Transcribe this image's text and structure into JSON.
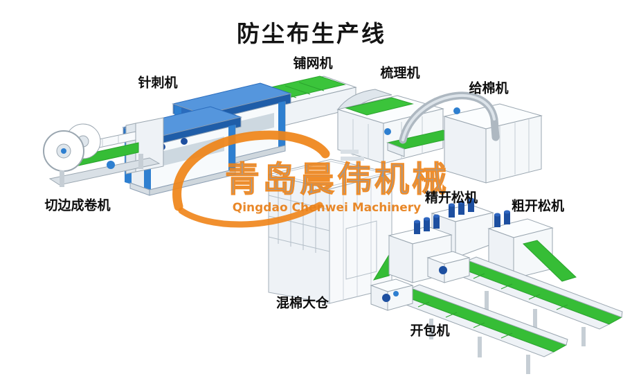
{
  "title": "防尘布生产线",
  "watermark": {
    "cn": "青岛晨伟机械",
    "en": "Qingdao Chenwei Machinery"
  },
  "labels": [
    {
      "text": "针刺机"
    },
    {
      "text": "铺网机"
    },
    {
      "text": "梳理机"
    },
    {
      "text": "给棉机"
    },
    {
      "text": "切边成卷机"
    },
    {
      "text": "精开松机"
    },
    {
      "text": "粗开松机"
    },
    {
      "text": "混棉大仓"
    },
    {
      "text": "开包机"
    }
  ],
  "colors": {
    "machine_blue": "#2e7fd0",
    "machine_dark_blue": "#1d4fa0",
    "belt_green": "#36bd36",
    "logo_orange": "#ef8418",
    "watermark_text": "#8496ab",
    "background": "#ffffff"
  }
}
